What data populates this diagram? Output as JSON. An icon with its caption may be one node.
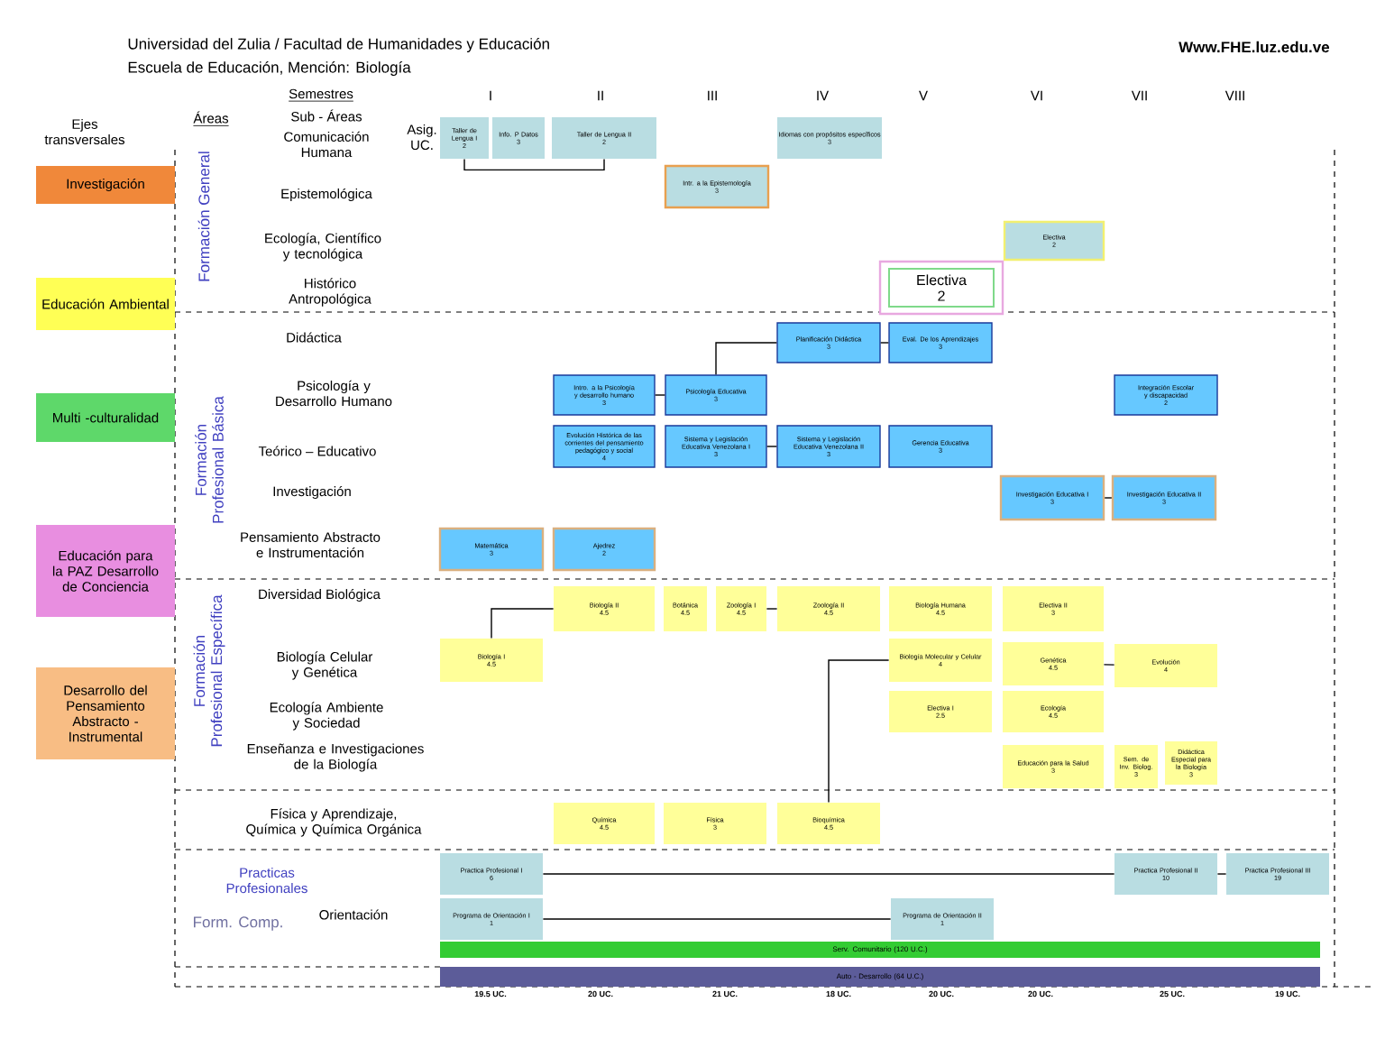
{
  "diagram": {
    "nodes": [
      {
        "text": [
          "Taller de Lengua I",
          "2"
        ]
      },
      {
        "text": [
          "Info. P Datos",
          "3"
        ]
      },
      {
        "text": [
          "Taller de Lengua II",
          "2"
        ]
      },
      {
        "text": [
          "Idiomas con propósitos específicos",
          "3"
        ]
      },
      {
        "text": [
          "Intr. a la Epistemología",
          "3"
        ]
      },
      {
        "text": [
          "Electiva",
          "2"
        ]
      },
      {
        "text": [
          "Electiva",
          "2"
        ]
      },
      {
        "text": [
          "Planificación Didáctica",
          "3"
        ]
      },
      {
        "text": [
          "Eval. De los Aprendizajes",
          "3"
        ]
      },
      {
        "text": [
          "Intro. a la Psicología y desarrollo humano",
          "3"
        ]
      },
      {
        "text": [
          "Psicología Educativa",
          "3"
        ]
      },
      {
        "text": [
          "Integración Escolar y discapacidad",
          "2"
        ]
      },
      {
        "text": [
          "Evolución Histórica de las corrientes del pensamiento pedagógico y social",
          "4"
        ]
      },
      {
        "text": [
          "Sistema y Legislación Educativa Venezolana I",
          "3"
        ]
      },
      {
        "text": [
          "Sistema y Legislación Educativa Venezolana II",
          "3"
        ]
      },
      {
        "text": [
          "Gerencia Educativa",
          "3"
        ]
      },
      {
        "text": [
          "Investigación Educativa I",
          "3"
        ]
      },
      {
        "text": [
          "Investigación Educativa II",
          "3"
        ]
      },
      {
        "text": [
          "Matemática",
          "3"
        ]
      },
      {
        "text": [
          "Ajedrez",
          "2"
        ]
      },
      {
        "text": [
          "Biología II",
          "4.5"
        ]
      },
      {
        "text": [
          "Botánica",
          "4.5"
        ]
      },
      {
        "text": [
          "Zoología I",
          "4.5"
        ]
      },
      {
        "text": [
          "Zoología II",
          "4.5"
        ]
      },
      {
        "text": [
          "Biología Humana",
          "4.5"
        ]
      },
      {
        "text": [
          "Electiva II",
          "3"
        ]
      },
      {
        "text": [
          "Biología I",
          "4.5"
        ]
      },
      {
        "text": [
          "Biología Molecular y Celular",
          "4"
        ]
      },
      {
        "text": [
          "Genética",
          "4.5"
        ]
      },
      {
        "text": [
          "Evolución",
          "4"
        ]
      },
      {
        "text": [
          "Electiva I",
          "2.5"
        ]
      },
      {
        "text": [
          "Ecología",
          "4.5"
        ]
      },
      {
        "text": [
          "Educación para la Salud",
          "3"
        ]
      },
      {
        "text": [
          "Sem. de Inv. Biolog.",
          "3"
        ]
      },
      {
        "text": [
          "Didáctica Especial para la Biología",
          "3"
        ]
      },
      {
        "text": [
          "Química",
          "4.5"
        ]
      },
      {
        "text": [
          "Física",
          "3"
        ]
      },
      {
        "text": [
          "Bioquímica",
          "4.5"
        ]
      },
      {
        "text": [
          "Practica Profesional I",
          "6"
        ]
      },
      {
        "text": [
          "Programa de Orientación I",
          "1"
        ]
      },
      {
        "text": [
          "Practica Profesional II",
          "10"
        ]
      },
      {
        "text": [
          "Practica Profesional III",
          "19"
        ]
      },
      {
        "text": [
          "Programa de Orientación II",
          "1"
        ]
      },
      {
        "text": [
          "Serv. Comunitario (120 U.C.)"
        ]
      },
      {
        "text": [
          "Auto - Desarrollo (64 U.C.)"
        ]
      },
      {
        "text": [
          "Investigación"
        ]
      },
      {
        "text": [
          "Educación Ambiental"
        ]
      },
      {
        "text": [
          "Multi -culturalidad"
        ]
      },
      {
        "text": [
          "Educación para la PAZ Desarrollo de Conciencia"
        ]
      },
      {
        "text": [
          "Desarrollo del Pensamiento Abstracto - Instrumental"
        ]
      }
    ],
    "edges": [
      {
        "from": 0,
        "to": 2,
        "arrow": "none"
      },
      {
        "from": 10,
        "to": 7,
        "arrow": "none"
      },
      {
        "from": 7,
        "to": 8,
        "arrow": "none"
      },
      {
        "from": 9,
        "to": 10,
        "arrow": "none"
      },
      {
        "from": 13,
        "to": 14,
        "arrow": "none"
      },
      {
        "from": 16,
        "to": 17,
        "arrow": "none"
      },
      {
        "from": 26,
        "to": 20,
        "arrow": "none"
      },
      {
        "from": 22,
        "to": 23,
        "arrow": "none"
      },
      {
        "from": 37,
        "to": 27,
        "arrow": "none"
      },
      {
        "from": 28,
        "to": 29,
        "arrow": "none"
      },
      {
        "from": 38,
        "to": 40,
        "arrow": "none"
      },
      {
        "from": 40,
        "to": 41,
        "arrow": "none"
      },
      {
        "from": 39,
        "to": 42,
        "arrow": "none"
      }
    ],
    "labels": [
      "Universidad del Zulia / Facultad de Humanidades y Educación",
      "Escuela de Educación, Mención: Biología",
      "Www.FHE.luz.edu.ve",
      "Semestres",
      "I",
      "II",
      "III",
      "IV",
      "V",
      "VI",
      "VII",
      "VIII",
      "Sub - Áreas",
      "Ejes transversales",
      "Áreas",
      "Comunicación Humana",
      "Asig. UC.",
      "Formación General",
      "Epistemológica",
      "Ecología, Científico y tecnológica",
      "Histórico Antropológica",
      "Didáctica",
      "Formación Profesional Básica",
      "Psicología y Desarrollo Humano",
      "Teórico – Educativo",
      "Investigación",
      "Pensamiento Abstracto e Instrumentación",
      "Formación Profesional Específica",
      "Diversidad Biológica",
      "Biología Celular y Genética",
      "Ecología Ambiente y Sociedad",
      "Enseñanza e Investigaciones de la Biología",
      "Física y Aprendizaje, Química y Química Orgánica",
      "Practicas Profesionales",
      "Orientación",
      "Form. Comp.",
      "19.5 UC.",
      "20 UC.",
      "21 UC.",
      "18 UC.",
      "20 UC.",
      "20 UC.",
      "25 UC.",
      "19 UC."
    ]
  }
}
